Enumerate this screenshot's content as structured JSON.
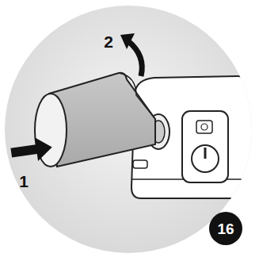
{
  "diagram": {
    "labels": [
      "1",
      "2",
      "16"
    ]
  }
}
